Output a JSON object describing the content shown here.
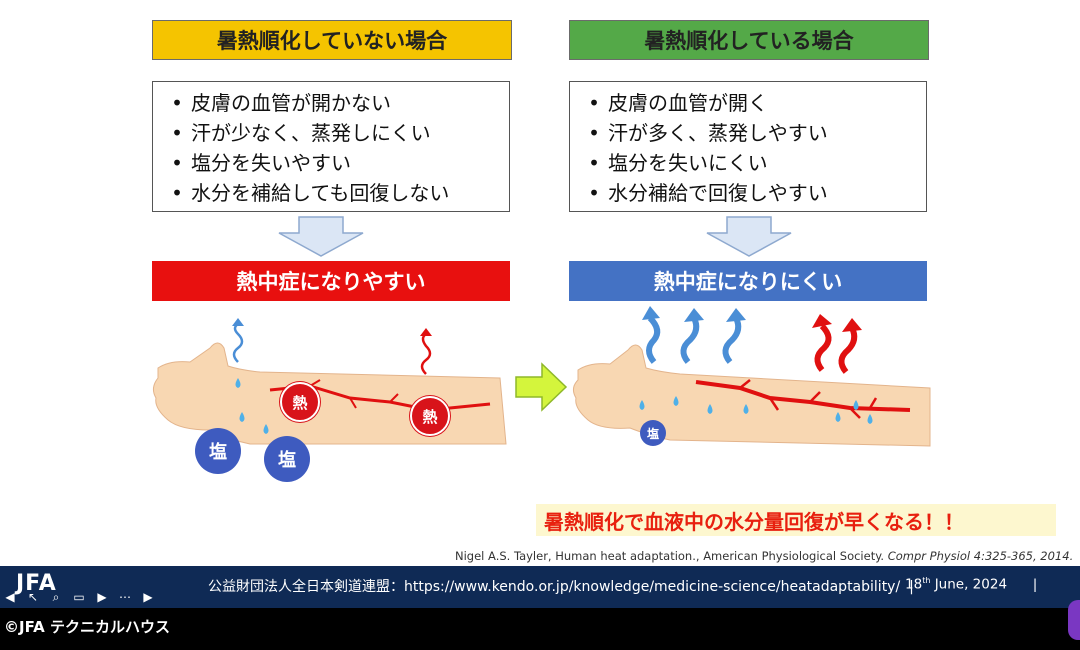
{
  "left_panel": {
    "header": "暑熱順化していない場合",
    "header_color": "#f5c400",
    "items": [
      "皮膚の血管が開かない",
      "汗が少なく、蒸発しにくい",
      "塩分を失いやすい",
      "水分を補給しても回復しない"
    ],
    "result": "熱中症になりやすい",
    "result_color": "#e8100f",
    "badges": [
      "熱",
      "熱",
      "塩",
      "塩"
    ]
  },
  "right_panel": {
    "header": "暑熱順化している場合",
    "header_color": "#54a948",
    "items": [
      "皮膚の血管が開く",
      "汗が多く、蒸発しやすい",
      "塩分を失いにくい",
      "水分補給で回復しやすい"
    ],
    "result": "熱中症になりにくい",
    "result_color": "#4472c4",
    "badges": [
      "塩"
    ]
  },
  "callout": "暑熱順化で血液中の水分量回復が早くなる！！",
  "citation": {
    "authors": "Nigel A.S. Tayler, Human heat adaptation., American Physiological Society.",
    "journal": "Compr Physiol",
    "pages": "4:325-365, 2014."
  },
  "footer": {
    "logo": "JFA",
    "org_url": "公益財団法人全日本剣道連盟：https://www.kendo.or.jp/knowledge/medicine-science/heatadaptability/",
    "date_day": "18",
    "date_suffix": "th",
    "date_rest": " June, 2024"
  },
  "toolbar_icons": [
    "prev-icon",
    "pointer-icon",
    "zoom-icon",
    "captions-icon",
    "video-icon",
    "more-icon",
    "next-icon"
  ],
  "copyright": "©JFA テクニカルハウス"
}
